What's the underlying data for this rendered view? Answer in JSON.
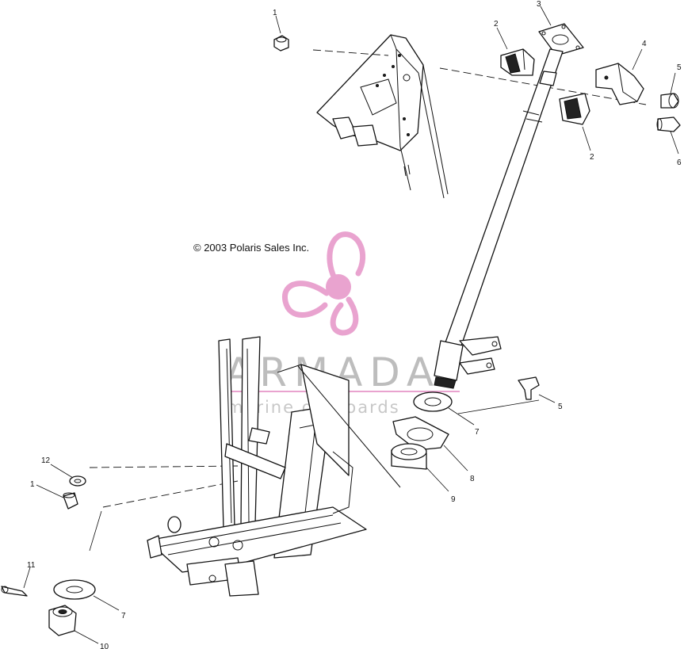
{
  "copyright": "© 2003 Polaris Sales Inc.",
  "watermark": {
    "brand": "ARMADA",
    "tagline": "marine outboards",
    "logo_color": "#e9a3cf",
    "text_color": "#bdbdbd"
  },
  "callouts": {
    "nut_top": "1",
    "bushing_top": "2",
    "flange_plate": "3",
    "clamp": "4",
    "bolt_top": "5",
    "bolt_lower_right": "6",
    "bushing_lower": "2",
    "bolt_mid": "5",
    "washer_mid": "7",
    "bearing_plate": "8",
    "spacer": "9",
    "washer_small": "12",
    "nut_left": "1",
    "cotter_pin": "11",
    "washer_bottom": "7",
    "castle_nut": "10"
  }
}
